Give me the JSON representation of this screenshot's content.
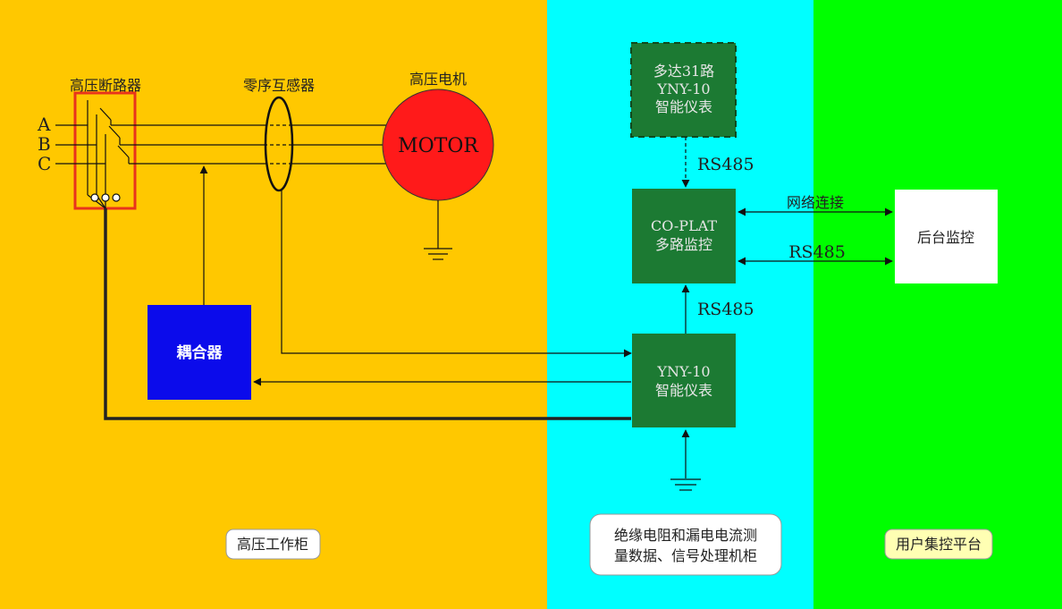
{
  "colors": {
    "zone_left": "#FFC800",
    "zone_mid": "#00FFFF",
    "zone_right": "#00FF00",
    "box_green": "#1C7A33",
    "coupler_blue": "#0B0BEB",
    "motor_red": "#FF1A1A",
    "breaker_red": "#E8341C"
  },
  "labels": {
    "breaker": "高压断路器",
    "ct": "零序互感器",
    "motor_title": "高压电机",
    "motor_text": "MOTOR",
    "phase_a": "A",
    "phase_b": "B",
    "phase_c": "C",
    "coupler": "耦合器",
    "meter_multi_1": "多达31路",
    "meter_multi_2": "YNY-10",
    "meter_multi_3": "智能仪表",
    "coplat_1": "CO-PLAT",
    "coplat_2": "多路监控",
    "yny_1": "YNY-10",
    "yny_2": "智能仪表",
    "backend": "后台监控",
    "rs485_top": "RS485",
    "rs485_mid": "RS485",
    "rs485_right": "RS485",
    "network": "网络连接"
  },
  "zones": {
    "left": "高压工作柜",
    "mid_1": "绝缘电阻和漏电电流测",
    "mid_2": "量数据、信号处理机柜",
    "right": "用户集控平台"
  }
}
